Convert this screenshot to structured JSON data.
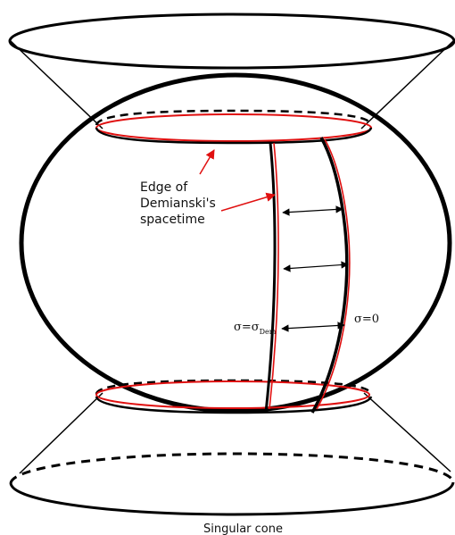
{
  "labels": {
    "edge_line1": "Edge of",
    "edge_line2": "Demianski's",
    "edge_line3": "spacetime",
    "sigma_dem_main": "σ=σ",
    "sigma_dem_sub": "Dem",
    "sigma_zero": "σ=0",
    "singular_cone": "Singular cone"
  },
  "colors": {
    "ink": "#000000",
    "edge": "#e01010",
    "background": "#ffffff"
  }
}
